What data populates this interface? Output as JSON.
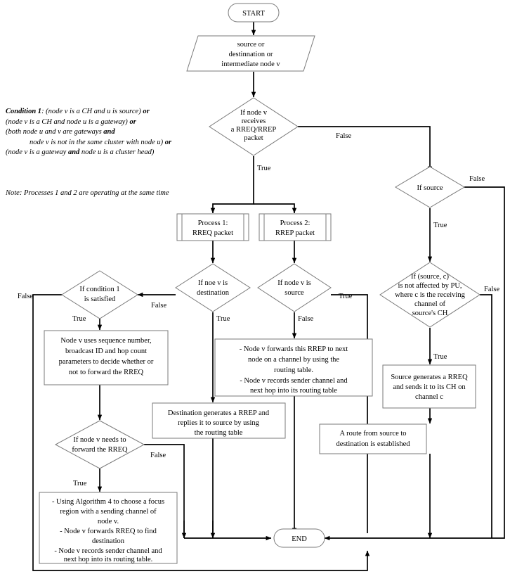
{
  "diagram": {
    "title": "Routing protocol flowchart (RREQ/RREP)",
    "annotations": {
      "condition1_line1_label": "Condition 1",
      "condition1_line1_rest": ": (node v is a CH and u is source) ",
      "condition1_or1": "or",
      "condition1_line2": "(node v is a CH and node u is a gateway) ",
      "condition1_or2": "or",
      "condition1_line3": "(both node u and v are gateways ",
      "condition1_and1": "and",
      "condition1_line4": "node v is not in the same cluster with node u) ",
      "condition1_or3": "or",
      "condition1_line5": "(node v is a gateway ",
      "condition1_and2": "and",
      "condition1_line5_rest": " node u is a cluster head)",
      "process_note": "Note: Processes 1 and 2 are operating at the same time"
    },
    "nodes": {
      "start": {
        "type": "terminator",
        "label": "START"
      },
      "input_v": {
        "type": "io",
        "lines": [
          "source or",
          "destinnation or",
          "intermediate node v"
        ]
      },
      "d_receives": {
        "type": "decision",
        "lines": [
          "If node v",
          "receives",
          "a RREQ/RREP",
          "packet"
        ]
      },
      "p1": {
        "type": "predefined",
        "lines": [
          "Process 1:",
          "RREQ packet"
        ]
      },
      "p2": {
        "type": "predefined",
        "lines": [
          "Process 2:",
          "RREP packet"
        ]
      },
      "d_cond1": {
        "type": "decision",
        "lines": [
          "If condition 1",
          "is satisfied"
        ]
      },
      "d_dest": {
        "type": "decision",
        "lines": [
          "If noe v is",
          "destination"
        ]
      },
      "d_src": {
        "type": "decision",
        "lines": [
          "If node v is",
          "source"
        ]
      },
      "d_issource": {
        "type": "decision",
        "lines": [
          "If source"
        ]
      },
      "d_pu": {
        "type": "decision",
        "lines": [
          "If (source, c)",
          "is not affected by PU,",
          "where c is the receiving",
          "channel of",
          "source's CH"
        ]
      },
      "b_seq": {
        "type": "process",
        "lines": [
          "Node v uses sequence number,",
          "broadcast ID and hop count",
          "parameters to decide whether or",
          "not to forward the RREQ"
        ]
      },
      "b_rrep_fwd": {
        "type": "process",
        "lines": [
          "- Node v forwards this RREP to next",
          "node on a channel by using the",
          "routing table.",
          "- Node v records sender channel and",
          "next hop into its routing table"
        ]
      },
      "b_dest_rrep": {
        "type": "process",
        "lines": [
          "Destination generates a RREP and",
          "replies it to source by using",
          "the routing table"
        ]
      },
      "b_src_rreq": {
        "type": "process",
        "lines": [
          "Source generates a RREQ",
          "and sends it to its CH on",
          "channel c"
        ]
      },
      "b_route": {
        "type": "process",
        "lines": [
          "A route from source to",
          "destination is established"
        ]
      },
      "d_needfwd": {
        "type": "decision",
        "lines": [
          "If node v needs to",
          "forward the RREQ"
        ]
      },
      "b_alg4": {
        "type": "process",
        "lines": [
          "- Using Algorithm 4 to choose a focus",
          "region with a sending channel of",
          "node v.",
          "- Node v forwards RREQ to find",
          "destination",
          "- Node v records sender channel and",
          "next hop into its routing table."
        ]
      },
      "end": {
        "type": "terminator",
        "label": "END"
      }
    },
    "edge_labels": {
      "receives_false": "False",
      "receives_true": "True",
      "cond1_false": "False",
      "cond1_true": "True",
      "dest_false": "False",
      "dest_true": "True",
      "src_true": "True",
      "src_false": "False",
      "issource_false": "False",
      "issource_true": "True",
      "pu_false": "False",
      "pu_true": "True",
      "needfwd_false": "False",
      "needfwd_true": "True"
    },
    "colors": {
      "background": "#ffffff",
      "shape_stroke": "#7a7a7a",
      "connector": "#000000",
      "text": "#000000"
    }
  }
}
